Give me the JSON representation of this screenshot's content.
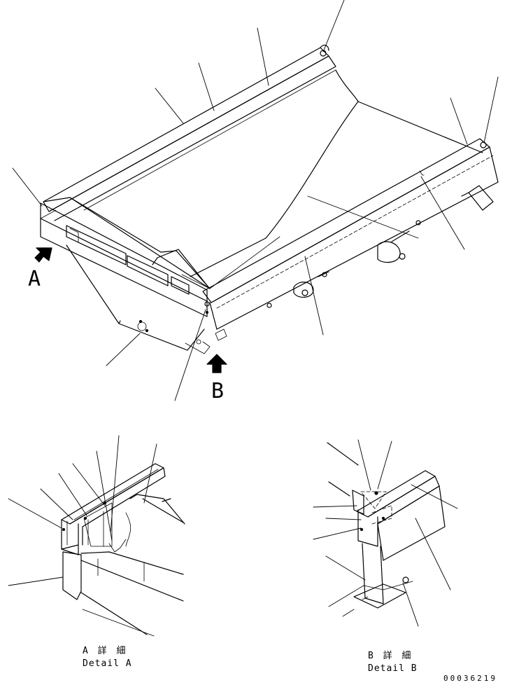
{
  "view_labels": {
    "a": "A",
    "b": "B"
  },
  "details": {
    "a": {
      "jp": "A 詳 細",
      "en": "Detail A"
    },
    "b": {
      "jp": "B 詳 細",
      "en": "Detail B"
    }
  },
  "drawing_number": "00036219",
  "colors": {
    "line": "#000000",
    "paper": "#ffffff"
  }
}
